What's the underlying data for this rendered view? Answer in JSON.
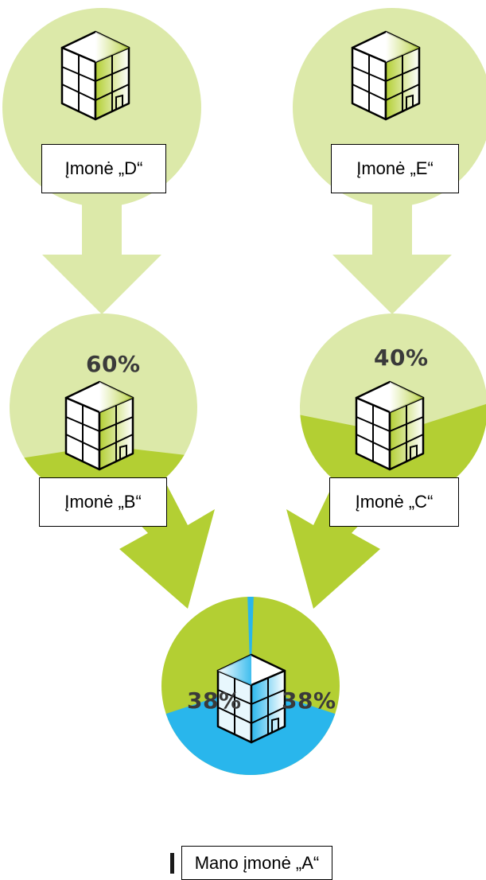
{
  "colors": {
    "light_green": "#dce9a9",
    "mid_green": "#c9dd8a",
    "strong_green": "#b3cf33",
    "blue": "#29b6ec",
    "white": "#ffffff",
    "outline": "#000000",
    "text": "#3a3a3a"
  },
  "nodes": {
    "d": {
      "label": "Įmonė „D“"
    },
    "e": {
      "label": "Įmonė „E“"
    },
    "b": {
      "label": "Įmonė „B“",
      "ownership": "60%"
    },
    "c": {
      "label": "Įmonė „C“",
      "ownership": "40%"
    },
    "a": {
      "label": "Mano įmonė „A“",
      "share_left": "38%",
      "share_right": "38%"
    }
  },
  "icons": [
    "building-icon",
    "arrow-down-icon"
  ]
}
